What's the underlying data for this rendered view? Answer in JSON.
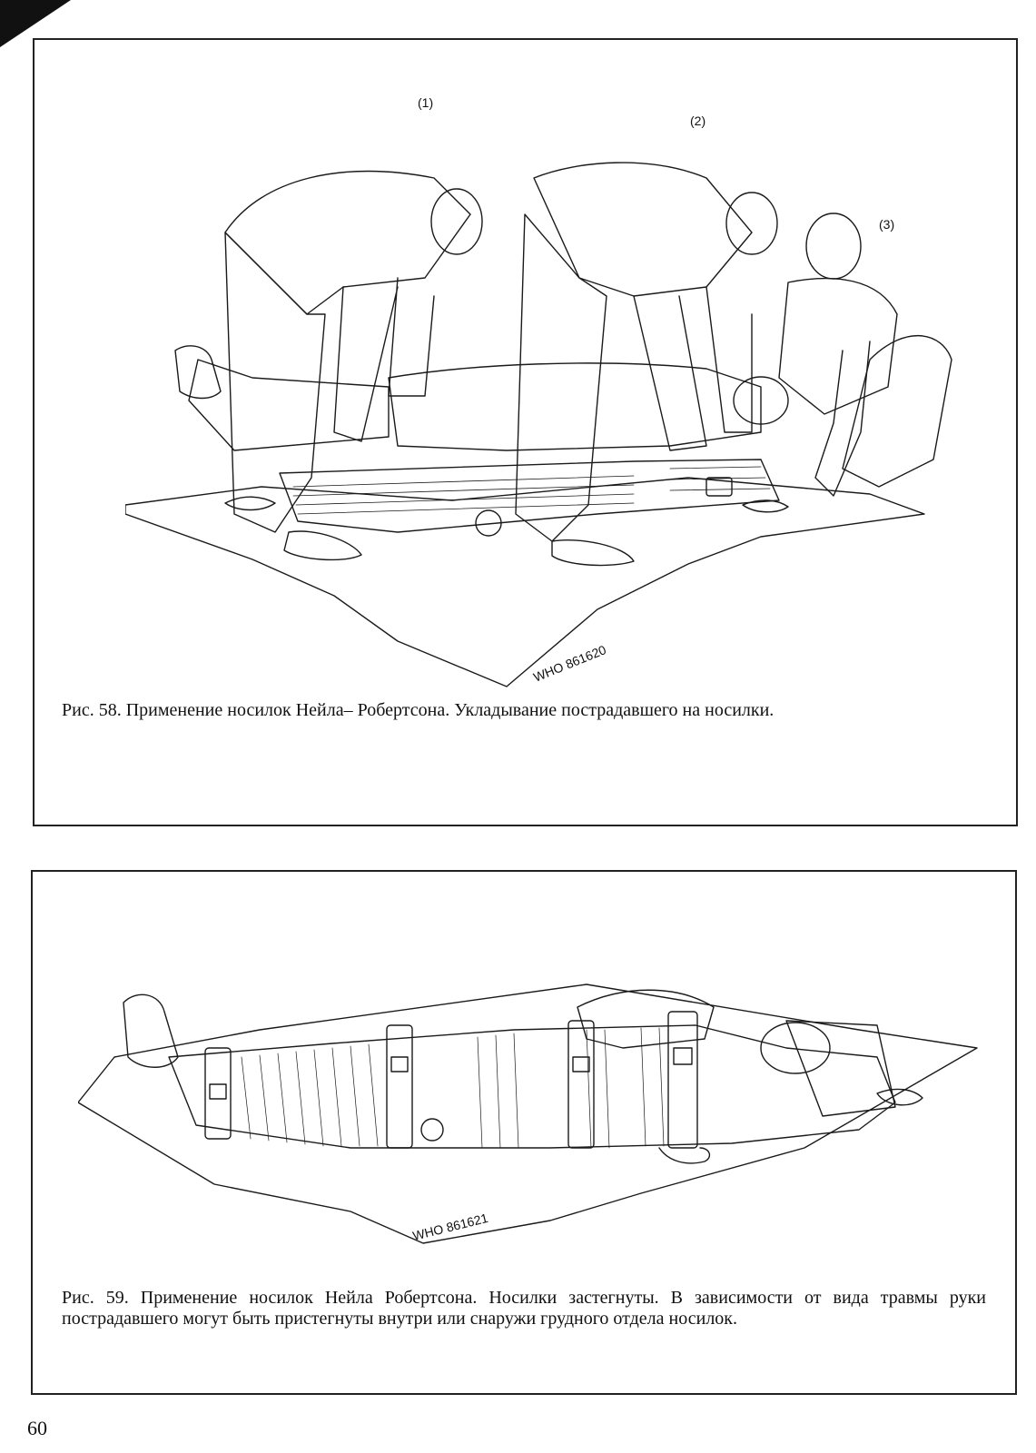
{
  "figures": [
    {
      "labels": [
        "(1)",
        "(2)",
        "(3)"
      ],
      "code": "WHO 861620",
      "caption": "Рис. 58. Применение носилок Нейла– Робертсона. Укладывание пострадавшего на носилки."
    },
    {
      "code": "WHO 861621",
      "caption": "Рис. 59. Применение носилок Нейла Робертсона. Носилки застегнуты. В зависимости от вида травмы руки пострадавшего могут быть пристегнуты внутри или снаружи грудного отдела носилок."
    }
  ],
  "page_number": "60"
}
